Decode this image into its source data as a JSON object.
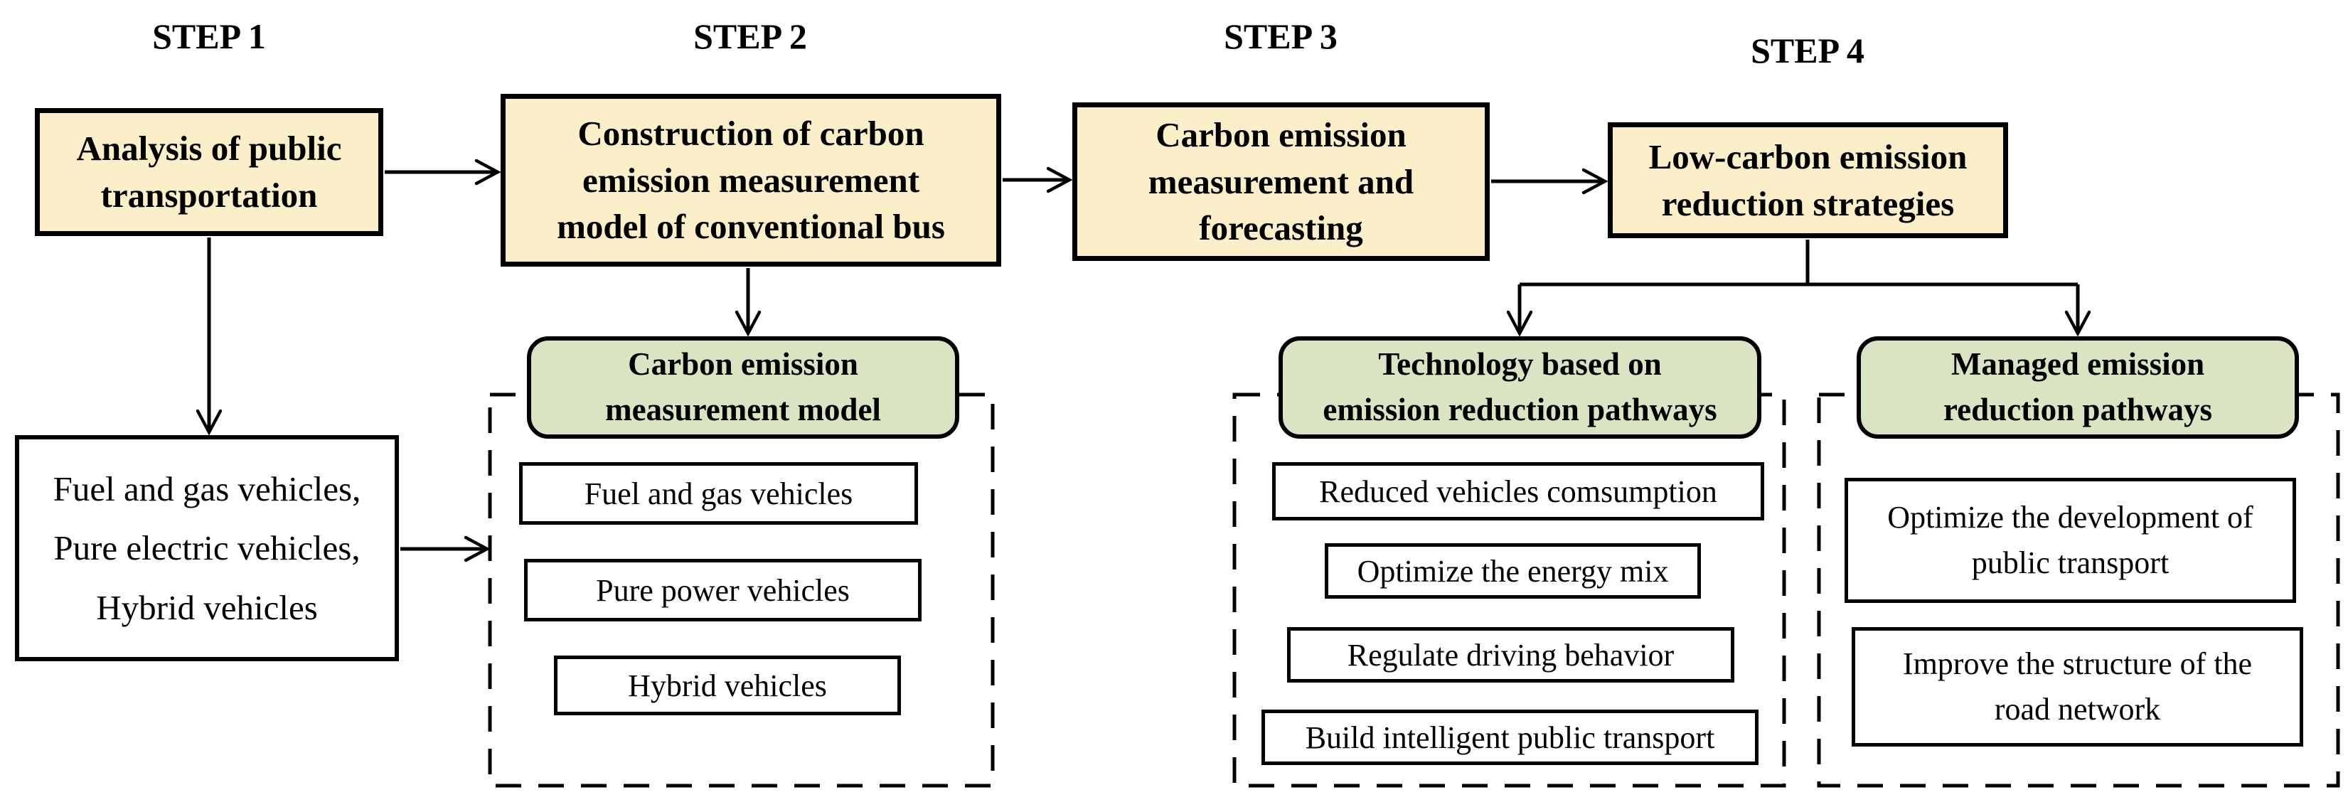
{
  "title": "Carbon emission research framework flowchart",
  "colors": {
    "step_box_fill": "#FBEFC9",
    "pathway_box_fill": "#D8E4C2",
    "item_box_fill": "#FFFFFF",
    "line_color": "#000000",
    "background": "#FFFFFF"
  },
  "step_labels": [
    {
      "label": "STEP 1"
    },
    {
      "label": "STEP 2"
    },
    {
      "label": "STEP 3"
    },
    {
      "label": "STEP 4"
    }
  ],
  "step_boxes": [
    {
      "text": "Analysis of public\ntransportation"
    },
    {
      "text": "Construction of carbon\nemission measurement\nmodel of conventional bus"
    },
    {
      "text": "Carbon emission\nmeasurement and\nforecasting"
    },
    {
      "text": "Low-carbon emission\nreduction strategies"
    }
  ],
  "vehicle_types_box": {
    "text": "Fuel and gas vehicles,\nPure electric vehicles,\nHybrid vehicles"
  },
  "model_group": {
    "header": "Carbon emission\nmeasurement model",
    "items": [
      "Fuel and gas vehicles",
      "Pure power vehicles",
      "Hybrid vehicles"
    ]
  },
  "technology_group": {
    "header": "Technology based on\nemission reduction pathways",
    "items": [
      "Reduced vehicles comsumption",
      "Optimize the energy mix",
      "Regulate driving behavior",
      "Build intelligent public transport"
    ]
  },
  "managed_group": {
    "header": "Managed emission\nreduction pathways",
    "items": [
      "Optimize the development of\npublic transport",
      "Improve the structure of the\nroad network"
    ]
  }
}
